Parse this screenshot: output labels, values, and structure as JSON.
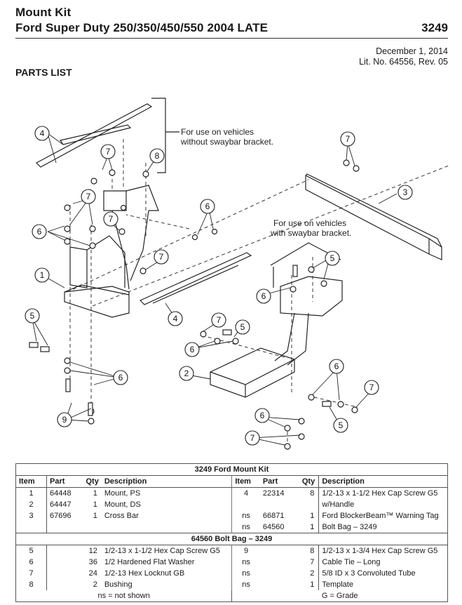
{
  "header": {
    "title_line1": "Mount Kit",
    "title_line2": "Ford Super Duty 250/350/450/550 2004 LATE",
    "kit_number": "3249",
    "date": "December 1, 2014",
    "lit_number": "Lit. No. 64556, Rev. 05",
    "section_title": "PARTS LIST"
  },
  "diagram": {
    "note_without": [
      "For use on vehicles",
      "without swaybar bracket."
    ],
    "note_with": [
      "For use on vehicles",
      "with swaybar bracket."
    ],
    "callouts": [
      "4",
      "7",
      "8",
      "7",
      "6",
      "7",
      "6",
      "1",
      "5",
      "6",
      "9",
      "4",
      "3",
      "7",
      "6",
      "5",
      "7",
      "5",
      "6",
      "2",
      "6",
      "7",
      "5",
      "6",
      "7"
    ]
  },
  "parts_table": {
    "kit_header": "3249  Ford Mount Kit",
    "columns": [
      "Item",
      "Part",
      "Qty",
      "Description",
      "Item",
      "Part",
      "Qty",
      "Description"
    ],
    "kit_rows": [
      [
        "1",
        "64448",
        "1",
        "Mount, PS",
        "4",
        "22314",
        "8",
        "1/2-13 x 1-1/2 Hex Cap Screw G5"
      ],
      [
        "2",
        "64447",
        "1",
        "Mount, DS",
        "",
        "",
        "",
        "w/Handle"
      ],
      [
        "3",
        "67696",
        "1",
        "Cross Bar",
        "ns",
        "66871",
        "1",
        "Ford BlockerBeam™ Warning Tag"
      ],
      [
        "",
        "",
        "",
        "",
        "ns",
        "64560",
        "1",
        "Bolt Bag – 3249"
      ]
    ],
    "bag_header": "64560  Bolt Bag – 3249",
    "bag_rows": [
      [
        "5",
        "",
        "12",
        "1/2-13 x 1-1/2 Hex Cap Screw G5",
        "9",
        "",
        "8",
        "1/2-13 x 1-3/4 Hex Cap Screw G5"
      ],
      [
        "6",
        "",
        "36",
        "1/2 Hardened Flat Washer",
        "ns",
        "",
        "7",
        "Cable Tie – Long"
      ],
      [
        "7",
        "",
        "24",
        "1/2-13 Hex Locknut GB",
        "ns",
        "",
        "2",
        "5/8 ID x 3 Convoluted Tube"
      ],
      [
        "8",
        "",
        "2",
        "Bushing",
        "ns",
        "",
        "1",
        "Template"
      ]
    ],
    "footer_left": "ns = not shown",
    "footer_right": "G = Grade"
  }
}
